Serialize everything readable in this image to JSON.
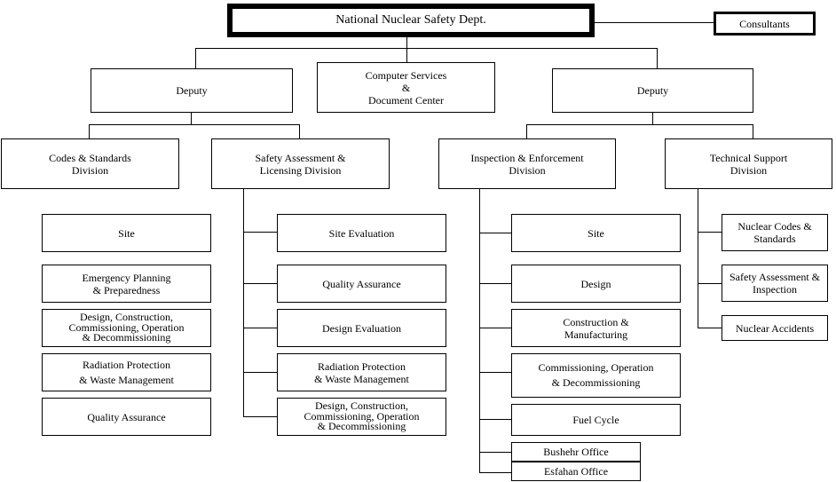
{
  "org": {
    "top": "National Nuclear Safety Dept.",
    "consultants": "Consultants",
    "deputy_left": "Deputy",
    "computer_services": "Computer Services\n&\nDocument Center",
    "deputy_right": "Deputy",
    "codes_standards": "Codes & Standards\nDivision",
    "safety_assessment": "Safety Assessment &\nLicensing Division",
    "inspection": "Inspection & Enforcement\nDivision",
    "technical_support": "Technical Support\nDivision",
    "codes_items": [
      "Site",
      "Emergency Planning\n& Preparedness",
      "Design, Construction,\nCommissioning, Operation\n& Decommissioning",
      "Radiation Protection\n& Waste Management",
      "Quality Assurance"
    ],
    "safety_items": [
      "Site Evaluation",
      "Quality Assurance",
      "Design Evaluation",
      "Radiation Protection\n& Waste Management",
      "Design, Construction,\nCommissioning, Operation\n& Decommissioning"
    ],
    "inspection_items": [
      "Site",
      "Design",
      "Construction &\nManufacturing",
      "Commissioning, Operation\n& Decommissioning",
      "Fuel Cycle",
      "Bushehr Office",
      "Esfahan Office"
    ],
    "technical_items": [
      "Nuclear Codes &\nStandards",
      "Safety  Assessment &\nInspection",
      "Nuclear Accidents"
    ]
  }
}
